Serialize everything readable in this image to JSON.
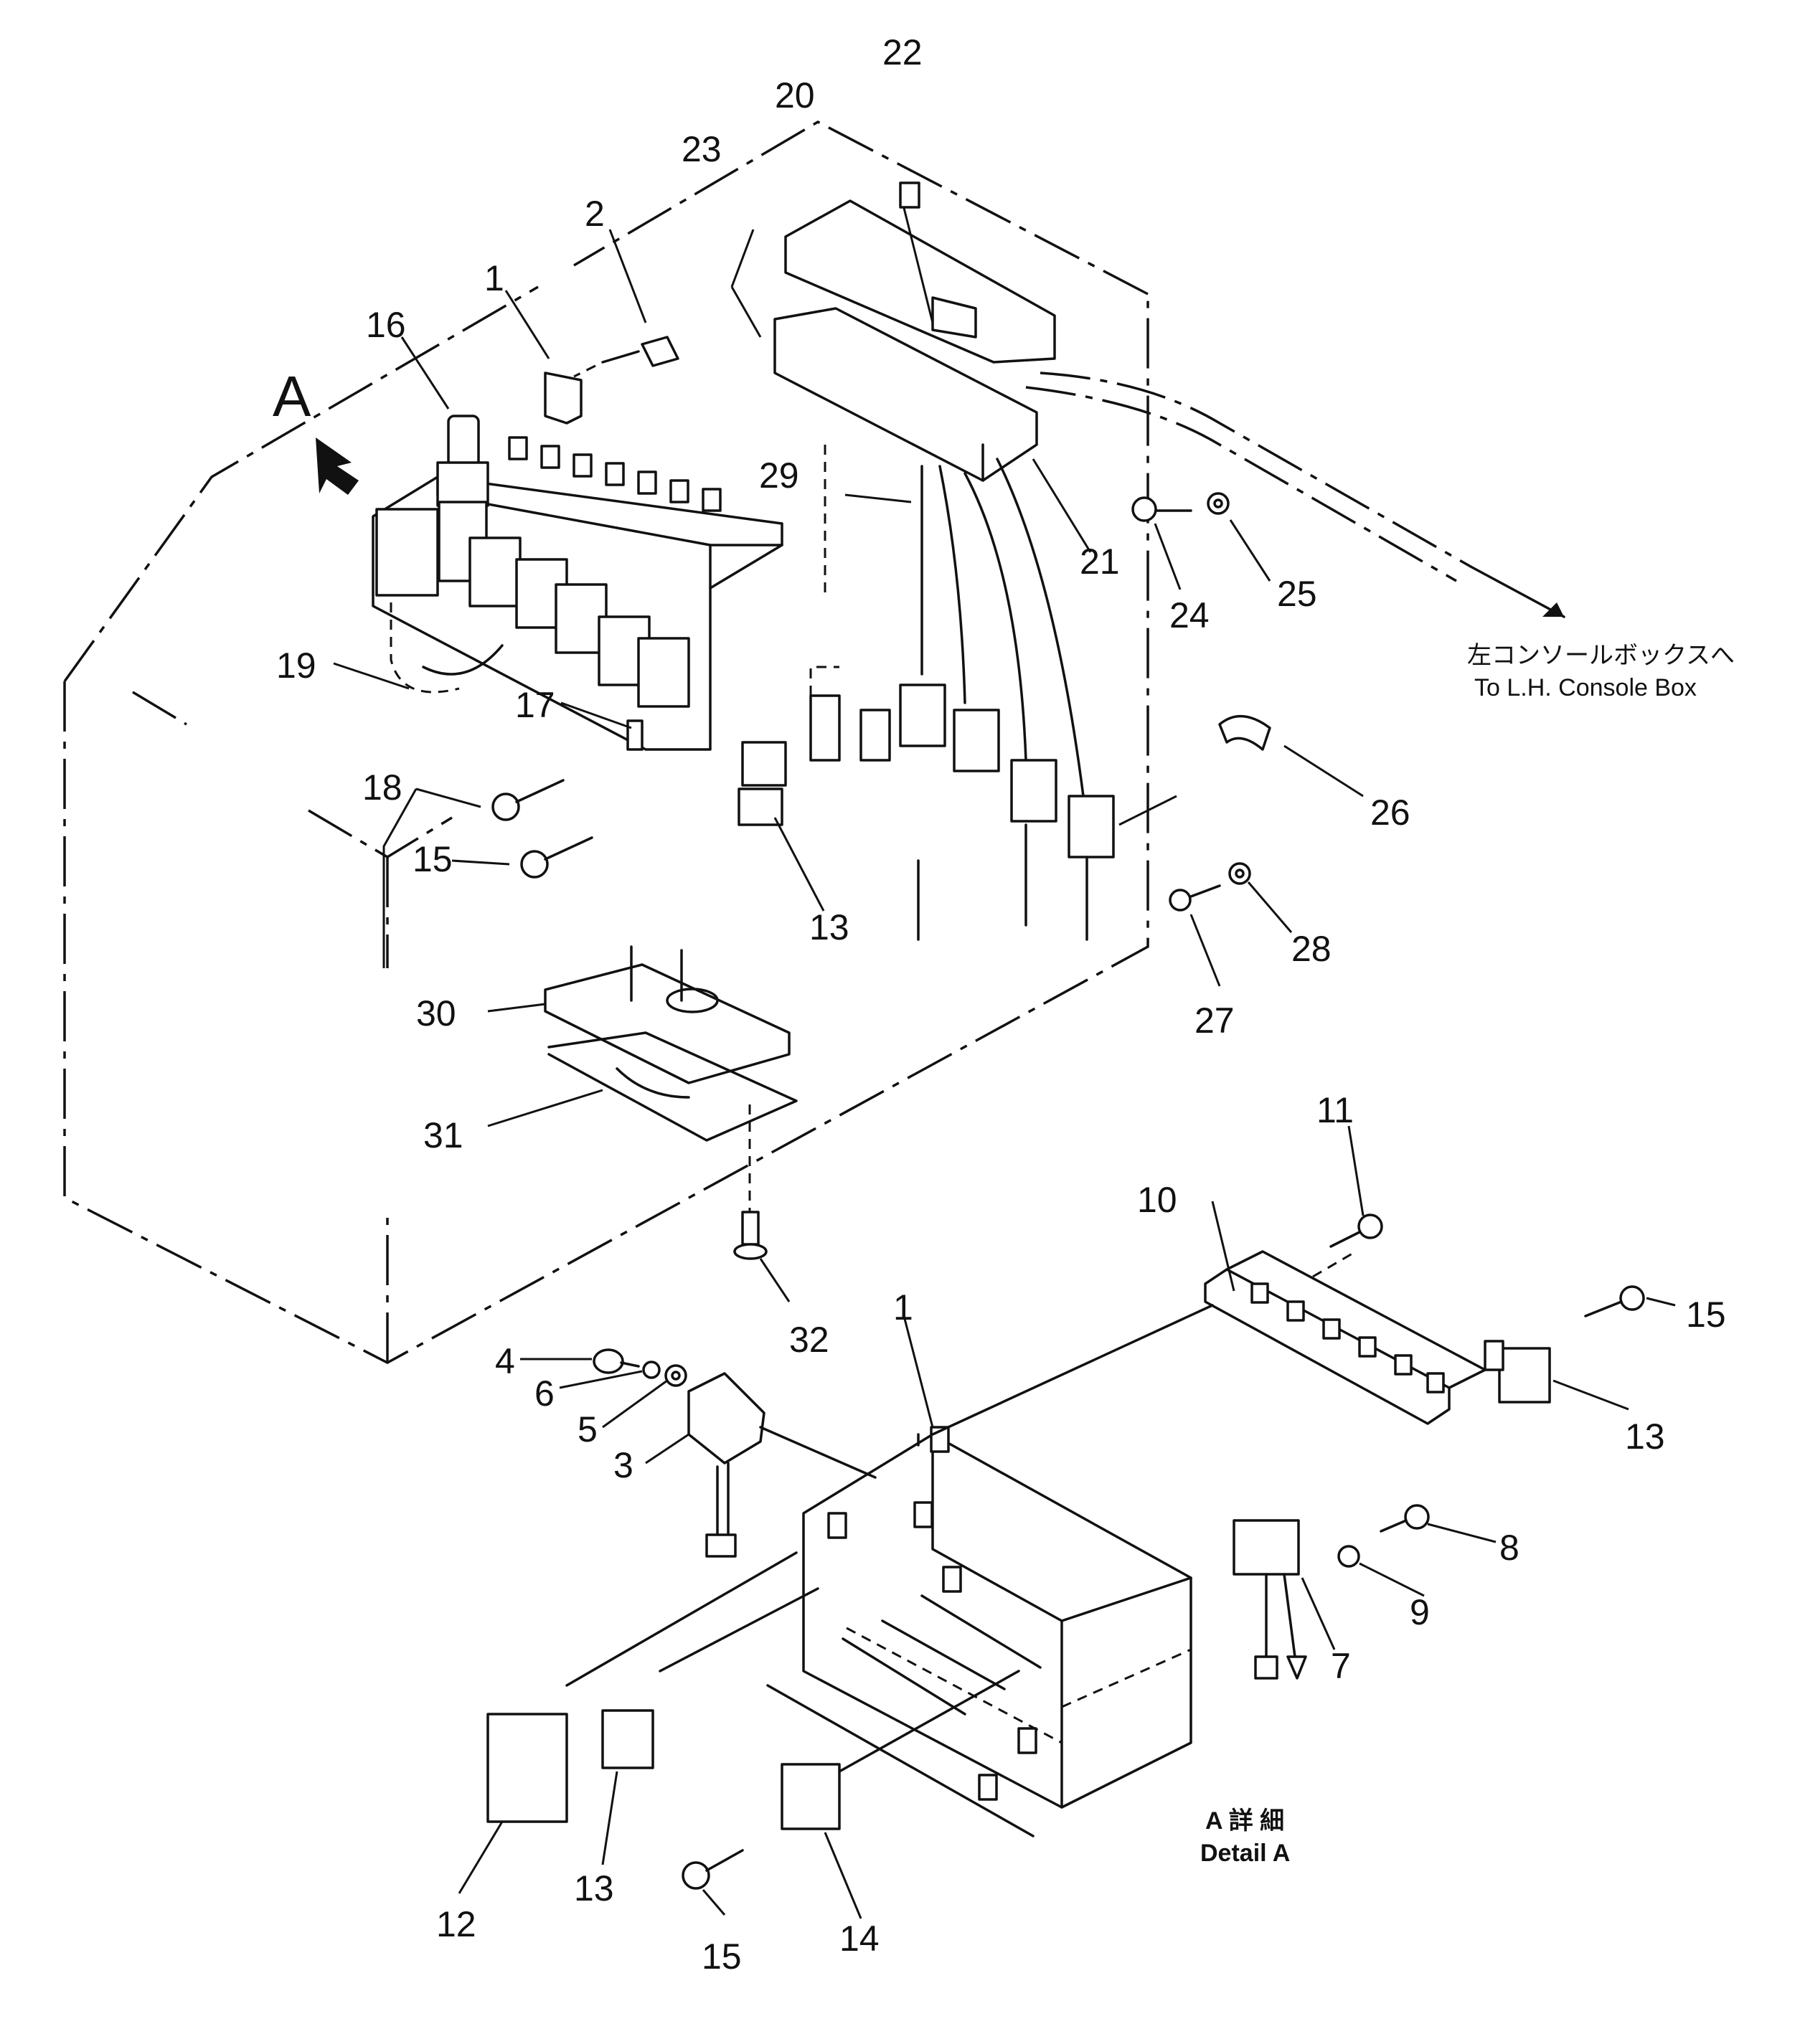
{
  "callouts": {
    "p1": "1",
    "p1b": "1",
    "p2": "2",
    "p3": "3",
    "p4": "4",
    "p5": "5",
    "p6": "6",
    "p7": "7",
    "p8": "8",
    "p9": "9",
    "p10": "10",
    "p11": "11",
    "p12": "12",
    "p13a": "13",
    "p13b": "13",
    "p13c": "13",
    "p14": "14",
    "p15a": "15",
    "p15b": "15",
    "p15c": "15",
    "p16": "16",
    "p17": "17",
    "p18": "18",
    "p19": "19",
    "p20": "20",
    "p21": "21",
    "p22": "22",
    "p23": "23",
    "p24": "24",
    "p25": "25",
    "p26": "26",
    "p27": "27",
    "p28": "28",
    "p29": "29",
    "p30": "30",
    "p31": "31",
    "p32": "32"
  },
  "view_marker": "A",
  "direction_note": {
    "ja": "左コンソールボックスへ",
    "en": "To L.H. Console Box"
  },
  "detail_label": {
    "ja": "A 詳 細",
    "en": "Detail A"
  },
  "colors": {
    "ink": "#111111",
    "paper": "#ffffff"
  }
}
